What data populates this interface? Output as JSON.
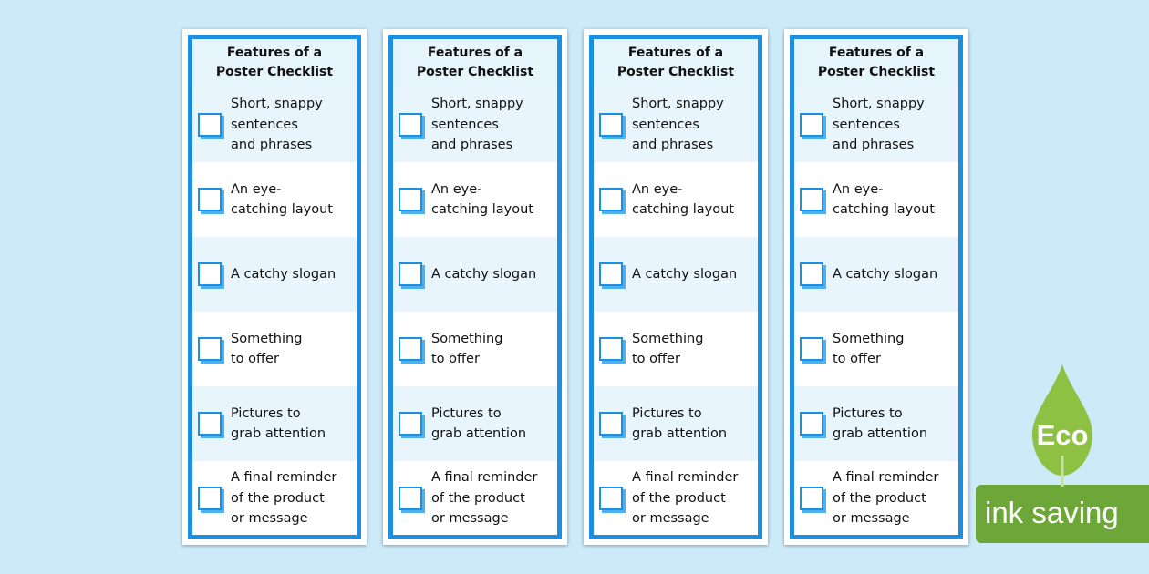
{
  "checklist": {
    "title": "Features of a\nPoster Checklist",
    "items": [
      "Short, snappy\nsentences\nand phrases",
      "An eye-\ncatching layout",
      "A catchy slogan",
      "Something\nto offer",
      "Pictures to\ngrab attention",
      "A final reminder\nof the product\nor message"
    ]
  },
  "badge": {
    "text": "ink saving",
    "eco": "Eco",
    "color": "#6da737"
  },
  "colors": {
    "border": "#1d8fe0",
    "background": "#cdeaf8",
    "row_alt": "#e8f5fc"
  }
}
